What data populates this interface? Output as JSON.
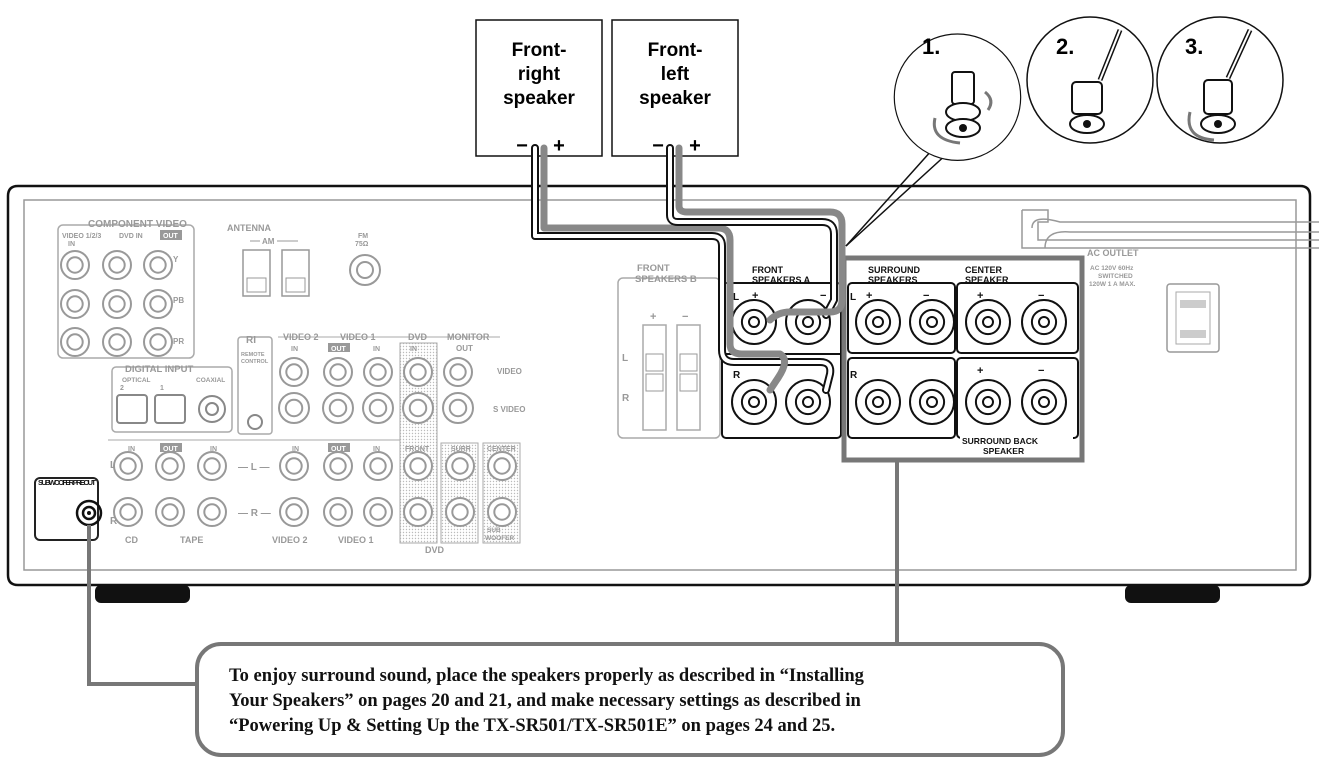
{
  "speakers": {
    "front_right": {
      "line1": "Front-",
      "line2": "right",
      "line3": "speaker",
      "minus": "−",
      "plus": "+"
    },
    "front_left": {
      "line1": "Front-",
      "line2": "left",
      "line3": "speaker",
      "minus": "−",
      "plus": "+"
    }
  },
  "steps": {
    "one": "1.",
    "two": "2.",
    "three": "3."
  },
  "panel": {
    "component_video": "COMPONENT VIDEO",
    "cv_video123": "VIDEO 1/2/3",
    "cv_dvd_in": "DVD IN",
    "cv_out": "OUT",
    "cv_in": "IN",
    "y": "Y",
    "pb": "PB",
    "pr": "PR",
    "antenna": "ANTENNA",
    "am": "AM",
    "fm": "FM",
    "fm_ohm": "75Ω",
    "digital_input": "DIGITAL INPUT",
    "optical": "OPTICAL",
    "coaxial": "COAXIAL",
    "opt2": "2",
    "opt1": "1",
    "ri": "RI",
    "remote_control": "REMOTE CONTROL",
    "video2": "VIDEO 2",
    "video1": "VIDEO 1",
    "dvd": "DVD",
    "monitor": "MONITOR",
    "in": "IN",
    "out": "OUT",
    "video": "VIDEO",
    "s_video": "S VIDEO",
    "l": "L",
    "r": "R",
    "cd": "CD",
    "tape": "TAPE",
    "front": "FRONT",
    "surr": "SURR",
    "center": "CENTER",
    "sub_woofer": "SUB WOOFER",
    "subwoofer_pre_out": "SUBWOOFER PRE OUT",
    "front_speakers_b": "FRONT SPEAKERS  B",
    "front_speakers_a": "FRONT SPEAKERS  A",
    "surround_speakers": "SURROUND SPEAKERS",
    "center_speaker": "CENTER SPEAKER",
    "surround_back_speaker": "SURROUND BACK SPEAKER",
    "plus": "+",
    "minus": "−",
    "ac_outlet": "AC OUTLET",
    "ac_spec": "AC 120V  60Hz SWITCHED 120W  1 A  MAX."
  },
  "callout": {
    "line1": "To enjoy surround sound, place the speakers properly as described in “Installing",
    "line2": "Your Speakers” on pages 20 and 21, and make necessary settings as described in",
    "line3": "“Powering Up & Setting Up the TX-SR501/TX-SR501E” on pages 24 and 25."
  }
}
